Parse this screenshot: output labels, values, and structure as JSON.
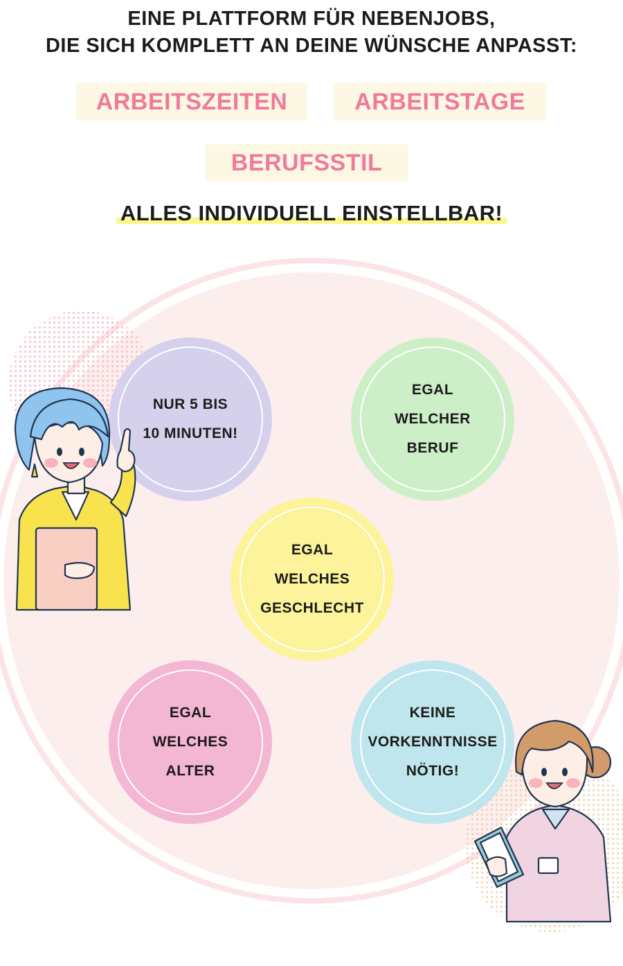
{
  "headline": {
    "line1": "EINE PLATTFORM FÜR NEBENJOBS,",
    "line2": "DIE SICH KOMPLETT AN DEINE WÜNSCHE ANPASST:"
  },
  "tags": [
    "ARBEITSZEITEN",
    "ARBEITSTAGE",
    "BERUFSSTIL"
  ],
  "subheadline": "ALLES INDIVIDUELL EINSTELLBAR!",
  "badges": [
    {
      "lines": [
        "NUR 5 BIS",
        "10 MINUTEN!"
      ],
      "color": "#d5d1ec"
    },
    {
      "lines": [
        "EGAL",
        "WELCHER",
        "BERUF"
      ],
      "color": "#cdefc8"
    },
    {
      "lines": [
        "EGAL",
        "WELCHES",
        "GESCHLECHT"
      ],
      "color": "#fcf39a"
    },
    {
      "lines": [
        "EGAL",
        "WELCHES",
        "ALTER"
      ],
      "color": "#f3b6d3"
    },
    {
      "lines": [
        "KEINE",
        "VORKENNTNISSE",
        "NÖTIG!"
      ],
      "color": "#bfe6ec"
    }
  ],
  "colors": {
    "tag_text": "#f07a9c",
    "tag_background": "#fdf8e3",
    "highlight": "#fbf88a",
    "big_circle": "#fdeeee",
    "big_circle_ring": "#fbe3e6"
  },
  "illustrations": {
    "left": "businesswoman-pointing-icon",
    "right": "woman-with-clipboard-icon"
  }
}
